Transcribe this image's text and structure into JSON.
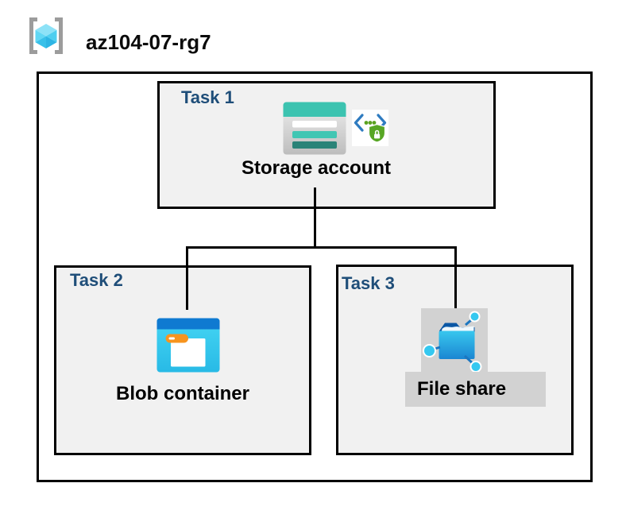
{
  "title": "az104-07-rg7",
  "tasks": [
    {
      "label": "Task 1",
      "item_label": "Storage account",
      "icons": [
        "storage-account-icon",
        "sas-lock-icon"
      ]
    },
    {
      "label": "Task 2",
      "item_label": "Blob container",
      "icons": [
        "blob-container-icon"
      ]
    },
    {
      "label": "Task 3",
      "item_label": "File share",
      "icons": [
        "file-share-icon"
      ]
    }
  ],
  "connectors": [
    {
      "from": "storage-account",
      "to": "blob-container"
    },
    {
      "from": "storage-account",
      "to": "file-share"
    }
  ],
  "icons": {
    "header": "resource-group-icon"
  },
  "colors": {
    "task_label": "#1f4e79",
    "task_box_fill": "#f1f1f1",
    "highlight_fill": "#d2d2d2",
    "border": "#000000",
    "storage_teal": "#3cc3b0",
    "storage_teal_dark": "#2a8378",
    "blob_header_blue": "#0f7ad1",
    "blob_body_cyan": "#35cdf0",
    "blob_tab_orange": "#f7941e",
    "file_share_blue": "#1b86d2",
    "node_cyan": "#35c8f0",
    "shield_green": "#57a624",
    "chevron_blue": "#2e7bc0",
    "bracket_gray": "#9c9c9c",
    "cube_cyan": "#5fd7f4"
  }
}
